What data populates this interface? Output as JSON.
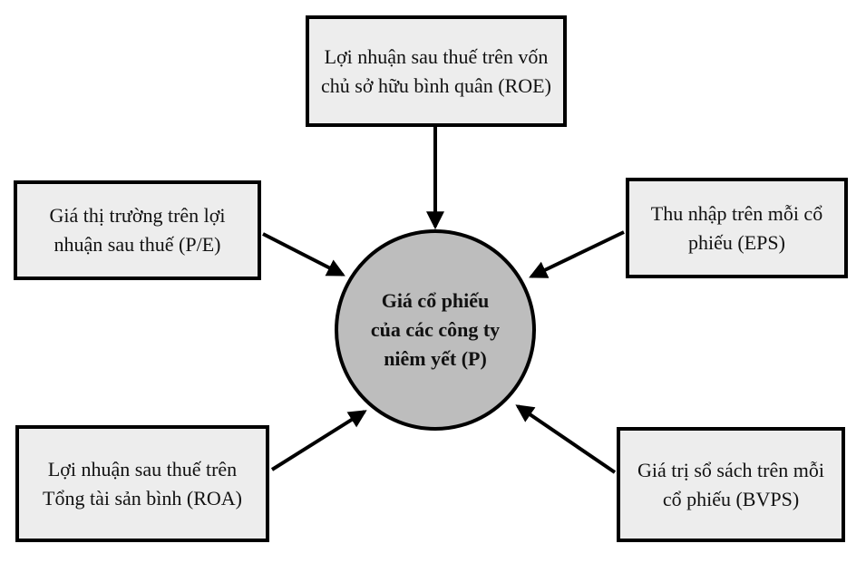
{
  "center": {
    "label": "Giá cổ phiếu của các công ty niêm yết (P)"
  },
  "factors": {
    "roe": {
      "label": "Lợi nhuận sau thuế trên vốn chủ sở hữu bình quân (ROE)"
    },
    "pe": {
      "label": "Giá thị trường trên lợi nhuận sau thuế (P/E)"
    },
    "eps": {
      "label": "Thu nhập trên mỗi cổ phiếu (EPS)"
    },
    "roa": {
      "label": "Lợi nhuận sau thuế trên Tổng tài sản bình (ROA)"
    },
    "bvps": {
      "label": "Giá trị sổ sách trên mỗi cổ phiếu (BVPS)"
    }
  },
  "colors": {
    "box_fill": "#ededed",
    "circle_fill": "#bdbdbd",
    "stroke": "#000000"
  }
}
